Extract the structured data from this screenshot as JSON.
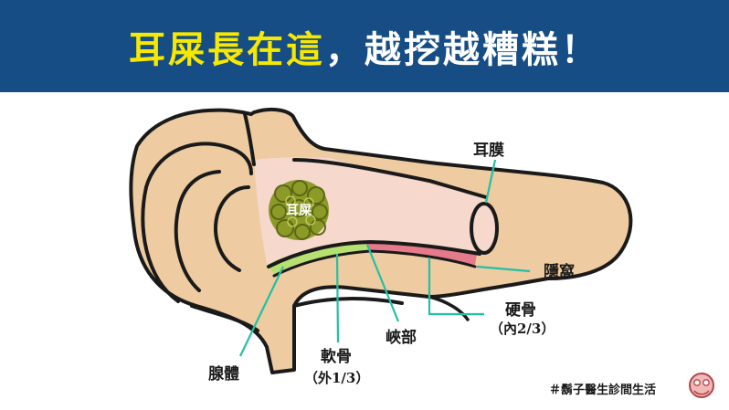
{
  "title": {
    "highlight": "耳屎長在這",
    "rest": "，越挖越糟糕！"
  },
  "labels": {
    "wax": "耳屎",
    "eardrum": "耳膜",
    "recess": "隱窩",
    "bone": "硬骨",
    "bone_sub": "（內2/3）",
    "isthmus": "峽部",
    "cartilage": "軟骨",
    "cartilage_sub": "（外1/3）",
    "gland": "腺體"
  },
  "brand": "＃鬍子醫生診間生活",
  "colors": {
    "banner": "#154d84",
    "highlight": "#f7e800",
    "skin": "#eecba0",
    "canal": "#f6d8cc",
    "cartilage_region": "#b6e070",
    "bone_region": "#e47a8a",
    "wax": "#8c9a27",
    "leader": "#21c1a4"
  }
}
